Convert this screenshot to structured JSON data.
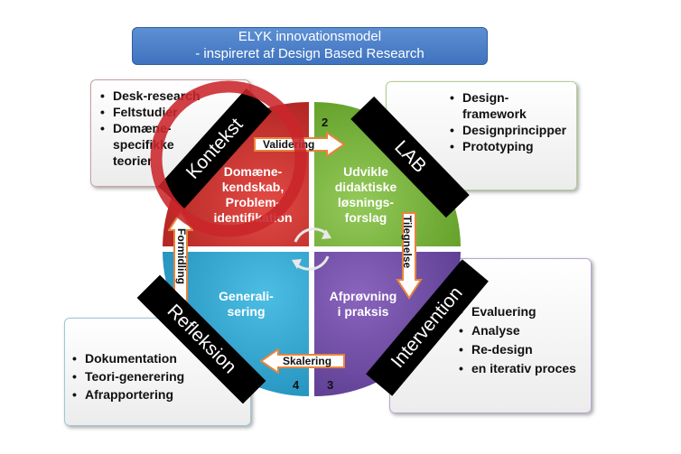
{
  "title": {
    "line1": "ELYK innovationsmodel",
    "line2": "- inspireret af Design Based Research"
  },
  "quadrants": {
    "q1": {
      "number": "",
      "text": "Domæne-\nkendskab,\nProblem-\nidentifikation",
      "color": "#c8302c"
    },
    "q2": {
      "number": "2",
      "text": "Udvikle\ndidaktiske\nløsnings-\nforslag",
      "color": "#79b13a"
    },
    "q3": {
      "number": "3",
      "text": "Afprøvning\ni praksis",
      "color": "#6d4aa0"
    },
    "q4": {
      "number": "4",
      "text": "Generali-\nsering",
      "color": "#2fa6cf"
    }
  },
  "arrows": {
    "top": "Validering",
    "right": "Tilegnelse",
    "bottom": "Skalering",
    "left": "Formidling"
  },
  "bands": {
    "kontekst": "Kontekst",
    "lab": "LAB",
    "refleksion": "Refleksion",
    "intervention": "Intervention"
  },
  "boxes": {
    "top_left": [
      "Desk-research",
      "Feltstudier",
      "Domæne-\nspecifikke\nteorier"
    ],
    "top_right": [
      "Design-\nframework",
      "Designprincipper",
      "Prototyping"
    ],
    "bottom_left": [
      "Dokumentation",
      "Teori-generering",
      "Afrapportering"
    ],
    "bottom_right": [
      "Evaluering",
      "Analyse",
      "Re-design",
      "en iterativ proces"
    ]
  }
}
